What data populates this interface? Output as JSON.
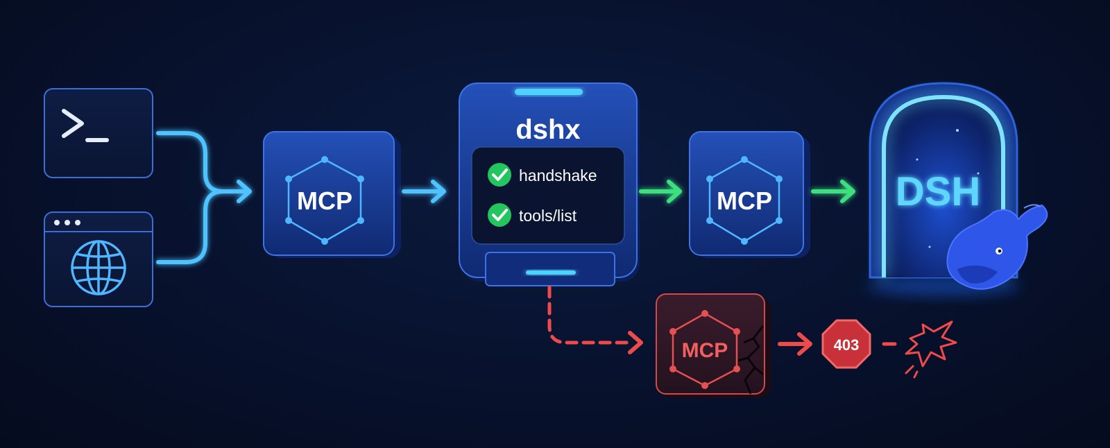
{
  "terminal_node": {
    "glyph": ">_",
    "icon": "terminal-prompt-icon"
  },
  "browser_node": {
    "icon": "globe-icon"
  },
  "mcp_left": {
    "label": "MCP"
  },
  "dshx": {
    "title": "dshx",
    "checks": [
      "handshake",
      "tools/list"
    ],
    "check_icon": "check-circle-icon"
  },
  "mcp_right": {
    "label": "MCP"
  },
  "dsh_portal": {
    "label": "DSH",
    "mascot_icon": "whale-icon"
  },
  "mcp_broken": {
    "label": "MCP"
  },
  "stop_badge": {
    "label": "403",
    "icon": "stop-octagon-icon"
  },
  "failure": {
    "icon": "explosion-icon"
  },
  "colors": {
    "flow_blue": "#4fc3ff",
    "flow_green": "#3ee07f",
    "flow_red": "#ef4b4b",
    "node_blue": "#1c3f9e",
    "check_green": "#22c55e"
  }
}
